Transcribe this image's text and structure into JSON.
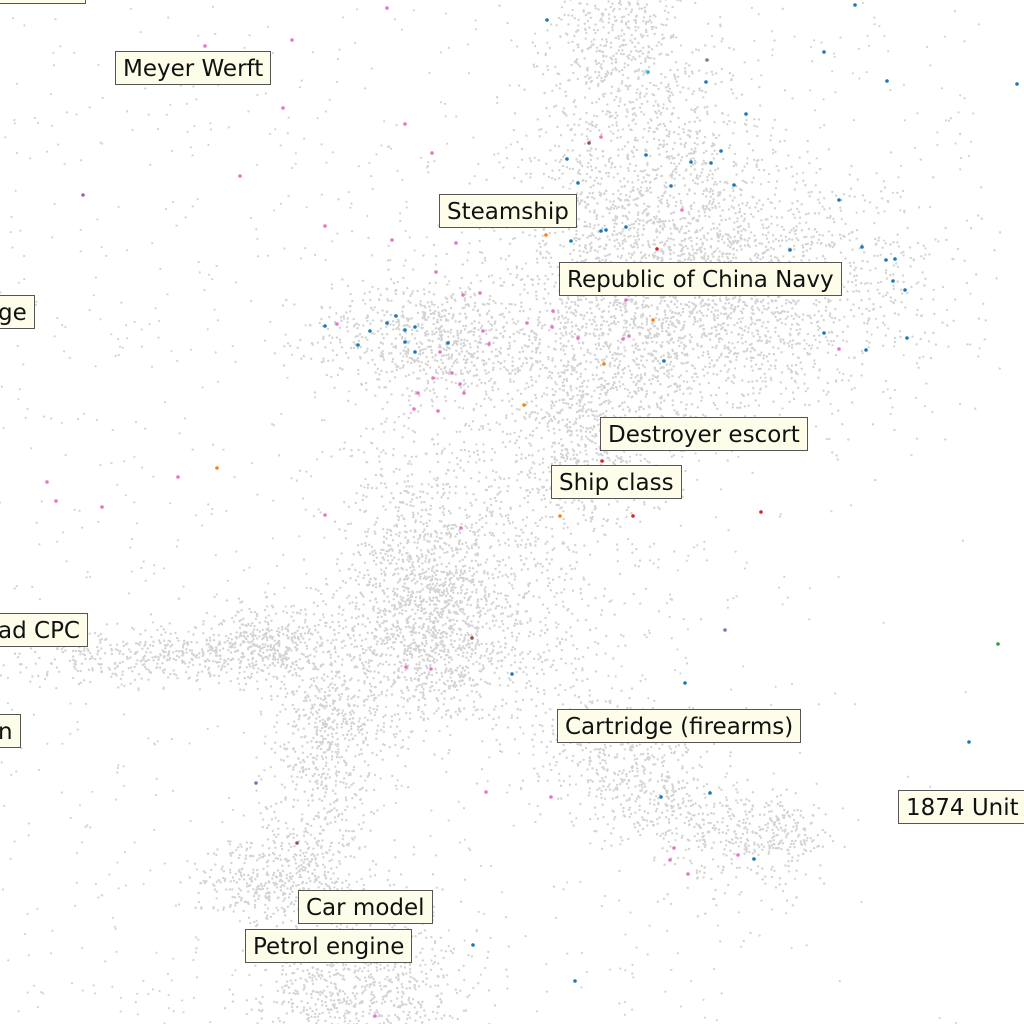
{
  "map": {
    "background_point_color": "#d3d3d3",
    "label_background": "#fefde9",
    "label_border": "#555555",
    "accent_colors": {
      "pink": "#e377c2",
      "blue": "#1f77b4",
      "orange": "#ff7f0e",
      "red": "#d62728",
      "brown": "#8c564b",
      "purple": "#9467bd",
      "green": "#2ca02c",
      "cyan": "#17becf",
      "gray": "#7f7f7f"
    },
    "labels": {
      "meyer_werft": "Meyer Werft",
      "steamship": "Steamship",
      "republic_of_china_navy": "Republic of China Navy",
      "destroyer_escort": "Destroyer escort",
      "ship_class": "Ship class",
      "cartridge_firearms": "Cartridge (firearms)",
      "car_model": "Car model",
      "petrol_engine": "Petrol engine",
      "ad_cpc": "ad CPC",
      "ge_partial": "ge",
      "n_partial": "n",
      "unit_1874_partial": "1874 Unit",
      "top_left_partial": ""
    }
  }
}
